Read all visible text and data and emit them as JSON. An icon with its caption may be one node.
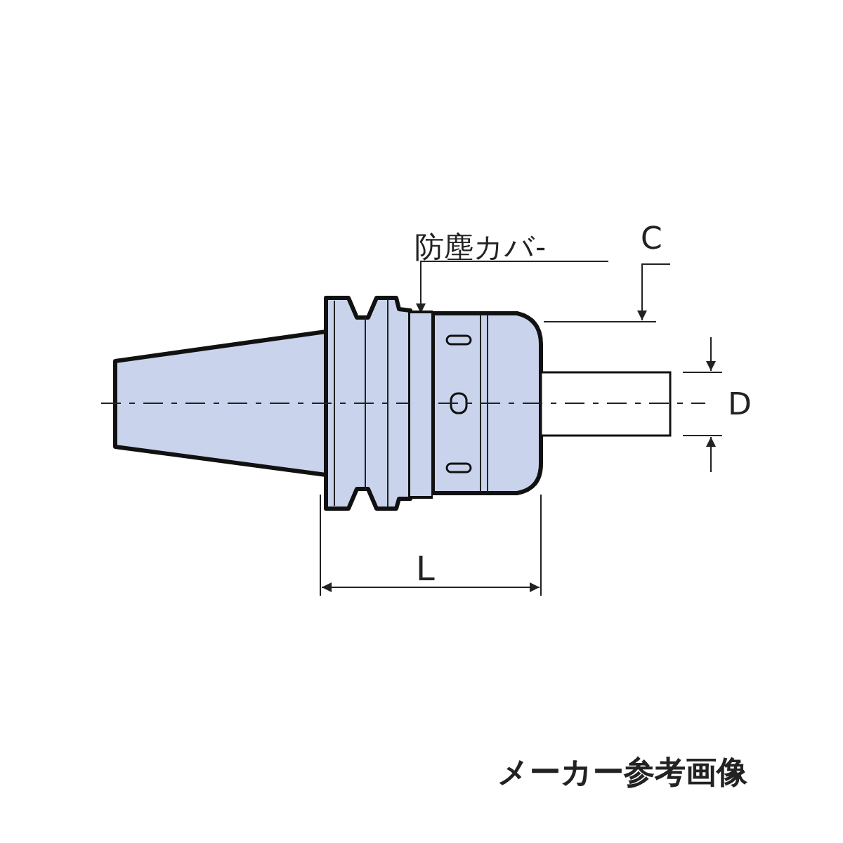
{
  "diagram": {
    "nodes": [
      {
        "text": [
          "防塵カバ-"
        ]
      },
      {
        "text": [],
        "shape": "box"
      }
    ],
    "edges": [
      {
        "from": 0,
        "to": 1,
        "arrow": "to"
      }
    ],
    "labels": [
      "C",
      "D",
      "L",
      "メーカー参考画像"
    ]
  }
}
